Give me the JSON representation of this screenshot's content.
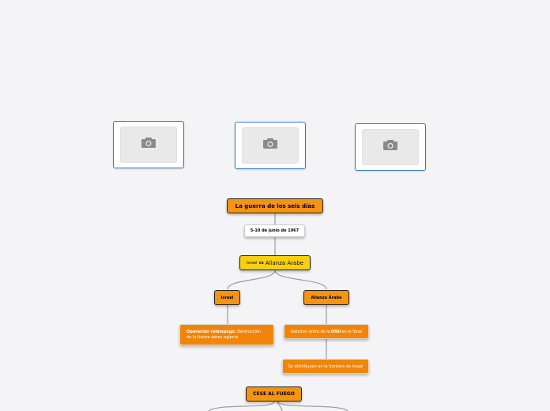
{
  "map": {
    "title": "La guerra de los seis días",
    "dates": "5-10 de junio de 1967",
    "versus": {
      "left": "Israel",
      "mid": "vs",
      "right": "Alianza Árabe"
    },
    "israel": {
      "label": "Israel",
      "detail": {
        "bold": "Operación relámpago:",
        "line1_rest": " Destrucción",
        "line2": "de la fuerza aérea egipcia"
      }
    },
    "alianza": {
      "label": "Alianza Árabe",
      "detail1": {
        "pre": "Solicitan retiro de la ",
        "bold": "ONU",
        "post": " en el Sinaí"
      },
      "detail2": "Se distribuyen en la frontera de Israel"
    },
    "ceasefire": "CESE AL FUEGO"
  },
  "images": [
    {
      "icon": "camera-icon"
    },
    {
      "icon": "camera-icon"
    },
    {
      "icon": "camera-icon"
    }
  ],
  "colors": {
    "orange": "#f59312",
    "yellow": "#f8d00f",
    "placeholder_border": "#2f7bd6",
    "connector": "#9a9aa6"
  }
}
